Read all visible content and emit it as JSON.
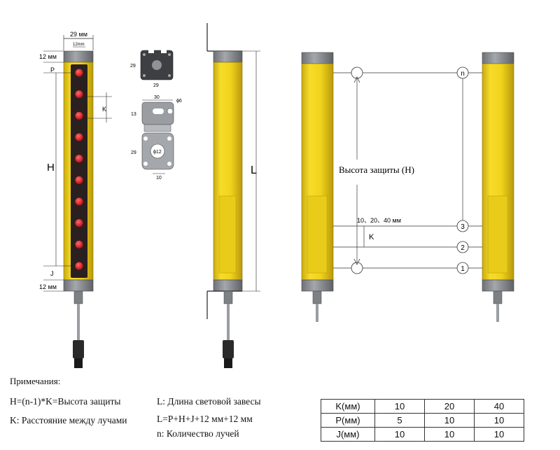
{
  "dims": {
    "width_top": "29 мм",
    "window": "12mm",
    "end_top": "12 мм",
    "end_bottom": "12 мм",
    "p": "P",
    "k": "K",
    "h": "H",
    "j": "J",
    "l": "L"
  },
  "bracket": {
    "d29a": "29",
    "d29b": "29",
    "d30": "30",
    "d13": "13",
    "d29c": "29",
    "phi6": "ϕ6",
    "phi12": "ϕ12",
    "d10": "10"
  },
  "wiring": {
    "protection_height": "Высота защиты (H)",
    "spacing": "10、20、40 мм",
    "k": "K",
    "beams": [
      "n",
      "3",
      "2",
      "1"
    ]
  },
  "notes": {
    "title": "Примечания:",
    "formula_h": "H=(n-1)*K=Высота защиты",
    "k_def": "K: Расстояние между лучами",
    "l_def": "L: Длина световой завесы",
    "l_formula": "L=P+H+J+12 мм+12 мм",
    "n_def": "n: Количество лучей"
  },
  "table": {
    "rows": [
      {
        "label": "K(мм)",
        "values": [
          "10",
          "20",
          "40"
        ]
      },
      {
        "label": "P(мм)",
        "values": [
          "5",
          "10",
          "10"
        ]
      },
      {
        "label": "J(мм)",
        "values": [
          "10",
          "10",
          "10"
        ]
      }
    ]
  },
  "colors": {
    "housing_yellow": "#f1d31c",
    "cap_gray": "#8c8f94",
    "lens_dark": "#2b2020",
    "led_red": "#e0242a"
  }
}
